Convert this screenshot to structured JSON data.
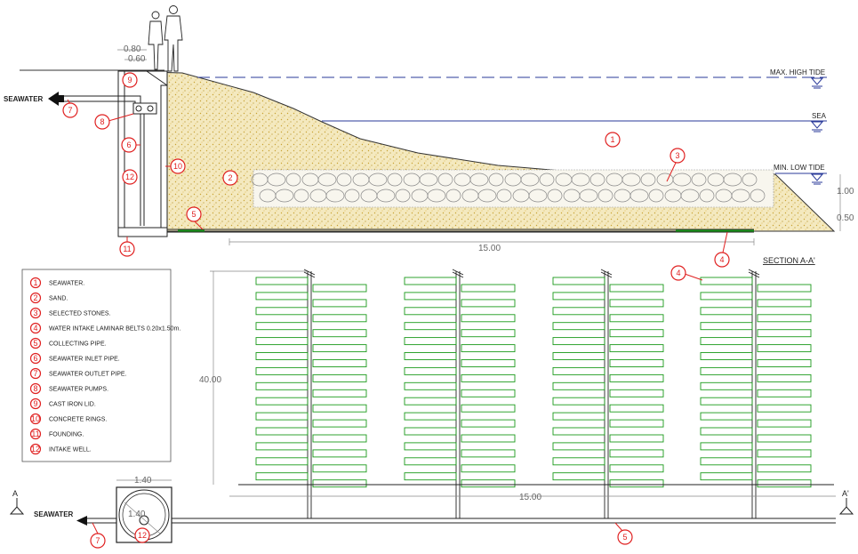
{
  "section": {
    "tide_max_label": "MAX. HIGH TIDE",
    "tide_sea_label": "SEA",
    "tide_min_label": "MIN. LOW TIDE",
    "seawater_label": "SEAWATER",
    "section_title": "SECTION A-A'",
    "dim_080": "0.80",
    "dim_060": "0.60",
    "dim_100": "1.00",
    "dim_050": "0.50",
    "dim_length": "15.00"
  },
  "plan": {
    "dim_height": "40.00",
    "dim_length": "15.00",
    "dim_140_top": "1.40",
    "dim_140_diag": "1.40",
    "seawater_label": "SEAWATER",
    "marker_a": "A",
    "marker_a_prime": "A'"
  },
  "callouts": {
    "c1": "1",
    "c2": "2",
    "c3": "3",
    "c4a": "4",
    "c4b": "4",
    "c5a": "5",
    "c5b": "5",
    "c6": "6",
    "c7a": "7",
    "c7b": "7",
    "c8": "8",
    "c9": "9",
    "c10": "10",
    "c11": "11",
    "c12a": "12",
    "c12b": "12"
  },
  "legend": [
    {
      "num": "1",
      "text": "SEAWATER."
    },
    {
      "num": "2",
      "text": "SAND."
    },
    {
      "num": "3",
      "text": "SELECTED STONES."
    },
    {
      "num": "4",
      "text": "WATER INTAKE LAMINAR BELTS 0.20x1.50m."
    },
    {
      "num": "5",
      "text": "COLLECTING PIPE."
    },
    {
      "num": "6",
      "text": "SEAWATER INLET PIPE."
    },
    {
      "num": "7",
      "text": "SEAWATER OUTLET PIPE."
    },
    {
      "num": "8",
      "text": "SEAWATER PUMPS."
    },
    {
      "num": "9",
      "text": "CAST IRON LID."
    },
    {
      "num": "10",
      "text": "CONCRETE RINGS."
    },
    {
      "num": "11",
      "text": "FOUNDING."
    },
    {
      "num": "12",
      "text": "INTAKE WELL."
    }
  ],
  "colors": {
    "callout": "#e02020",
    "belt": "#1a9a1a",
    "tide_line": "#2a3a9a",
    "sand": "#f2e6b8",
    "sand_dot": "#c8a232"
  }
}
